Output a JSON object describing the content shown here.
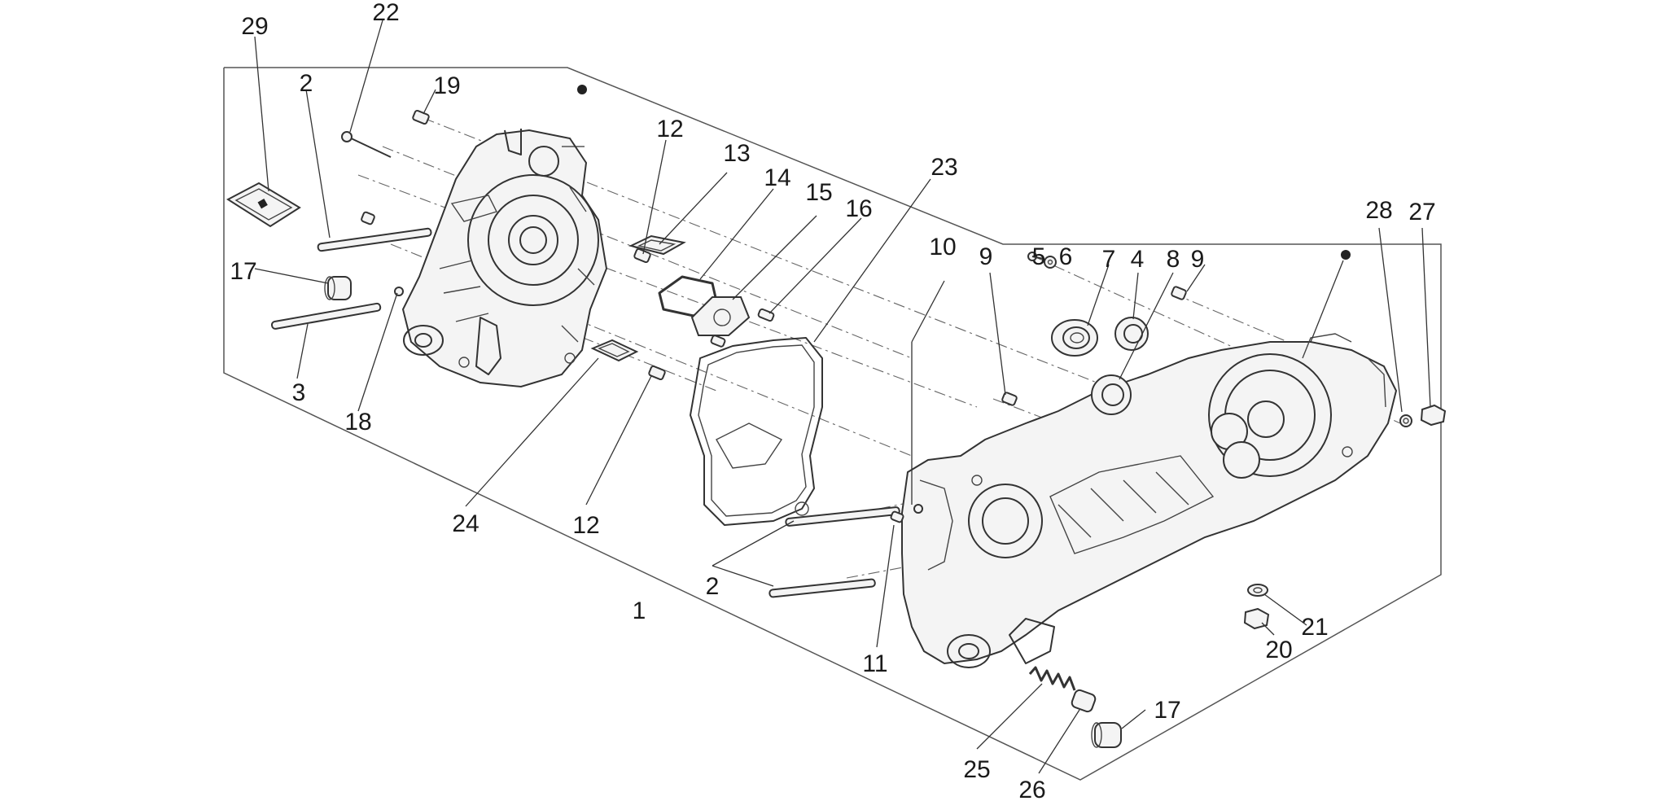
{
  "diagram": {
    "labels": [
      {
        "id": "lbl-29",
        "text": "29"
      },
      {
        "id": "lbl-22",
        "text": "22"
      },
      {
        "id": "lbl-2a",
        "text": "2"
      },
      {
        "id": "lbl-19",
        "text": "19"
      },
      {
        "id": "lbl-12a",
        "text": "12"
      },
      {
        "id": "lbl-13",
        "text": "13"
      },
      {
        "id": "lbl-14",
        "text": "14"
      },
      {
        "id": "lbl-15",
        "text": "15"
      },
      {
        "id": "lbl-16",
        "text": "16"
      },
      {
        "id": "lbl-23",
        "text": "23"
      },
      {
        "id": "lbl-17a",
        "text": "17"
      },
      {
        "id": "lbl-3",
        "text": "3"
      },
      {
        "id": "lbl-18",
        "text": "18"
      },
      {
        "id": "lbl-24",
        "text": "24"
      },
      {
        "id": "lbl-12b",
        "text": "12"
      },
      {
        "id": "lbl-1",
        "text": "1"
      },
      {
        "id": "lbl-2b",
        "text": "2"
      },
      {
        "id": "lbl-10",
        "text": "10"
      },
      {
        "id": "lbl-9a",
        "text": "9"
      },
      {
        "id": "lbl-5",
        "text": "5"
      },
      {
        "id": "lbl-6",
        "text": "6"
      },
      {
        "id": "lbl-7",
        "text": "7"
      },
      {
        "id": "lbl-4",
        "text": "4"
      },
      {
        "id": "lbl-8",
        "text": "8"
      },
      {
        "id": "lbl-9b",
        "text": "9"
      },
      {
        "id": "lbl-28",
        "text": "28"
      },
      {
        "id": "lbl-27",
        "text": "27"
      },
      {
        "id": "lbl-21",
        "text": "21"
      },
      {
        "id": "lbl-20",
        "text": "20"
      },
      {
        "id": "lbl-11",
        "text": "11"
      },
      {
        "id": "lbl-17b",
        "text": "17"
      },
      {
        "id": "lbl-25",
        "text": "25"
      },
      {
        "id": "lbl-26",
        "text": "26"
      }
    ]
  }
}
